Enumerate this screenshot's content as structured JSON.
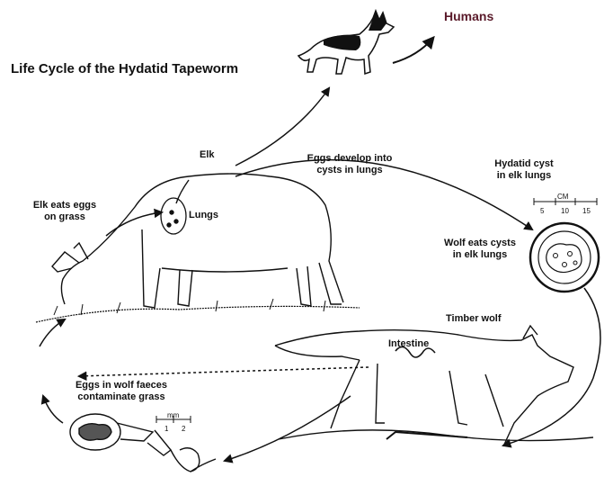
{
  "title": "Life Cycle of the Hydatid Tapeworm",
  "humans": "Humans",
  "labels": {
    "elk": "Elk",
    "elk_eats_eggs": [
      "Elk eats eggs",
      "on grass"
    ],
    "lungs": "Lungs",
    "eggs_develop": [
      "Eggs develop into",
      "cysts in lungs"
    ],
    "hydatid_cyst": [
      "Hydatid cyst",
      "in elk lungs"
    ],
    "wolf_eats_cysts": [
      "Wolf eats cysts",
      "in elk lungs"
    ],
    "timber_wolf": "Timber wolf",
    "intestine": "Intestine",
    "eggs_in_faeces": [
      "Eggs in wolf faeces",
      "contaminate grass"
    ]
  },
  "scales": {
    "cm": {
      "unit": "CM",
      "ticks": [
        "5",
        "10",
        "15"
      ]
    },
    "mm": {
      "unit": "mm",
      "ticks": [
        "1",
        "2"
      ]
    }
  },
  "icons": [
    "dog-icon",
    "elk-icon",
    "timber-wolf-icon",
    "hydatid-cyst-icon",
    "tapeworm-icon"
  ]
}
